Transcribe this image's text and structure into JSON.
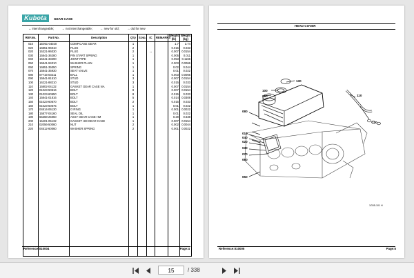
{
  "left_page": {
    "logo": "Kubota",
    "title": "GEAR CASE",
    "legend": [
      "↔ interchangeable;",
      "→ not interchangeable;",
      "← new for old;",
      "→ old for new"
    ],
    "columns": [
      "REF.No.",
      "Part No.",
      "Description",
      "Q'ty",
      "S.No.",
      "IC",
      "REMARKS",
      "Weight (lb)",
      "Weight (kg)"
    ],
    "rows": [
      [
        "010",
        "1E051-04020",
        "COMP.CASE GEAR",
        "1",
        "",
        "",
        "",
        "1.7",
        "3.74"
      ],
      [
        "020",
        "16851-96010",
        "PLUG",
        "2",
        "",
        "",
        "",
        "0.015",
        "0.033"
      ],
      [
        "020",
        "15321-96030",
        "PLUG",
        "2",
        "",
        "↔",
        "",
        "0.007",
        "0.0154"
      ],
      [
        "030",
        "15841-36280",
        "PIN START SPRING",
        "1",
        "",
        "",
        "",
        "0.005",
        "0.011"
      ],
      [
        "040",
        "15341-33290",
        "JOINT PIPE",
        "1",
        "",
        "",
        "",
        "0.053",
        "0.1166"
      ],
      [
        "050",
        "15841-94010",
        "WASHER PLAIN",
        "1",
        "",
        "",
        "",
        "0.003",
        "0.0066"
      ],
      [
        "060",
        "16851-35050",
        "SPRING",
        "1",
        "",
        "",
        "",
        "0.02",
        "0.044"
      ],
      [
        "070",
        "15841-35930",
        "SEAT VALVE",
        "1",
        "",
        "",
        "",
        "0.01",
        "0.022"
      ],
      [
        "080",
        "07715-03211",
        "BALL",
        "1",
        "",
        "",
        "",
        "0.003",
        "0.0066"
      ],
      [
        "090",
        "15841-91510",
        "STUD",
        "3",
        "",
        "",
        "",
        "0.007",
        "0.0154"
      ],
      [
        "100",
        "16221-88210",
        "STUD",
        "3",
        "",
        "",
        "",
        "0.015",
        "0.033"
      ],
      [
        "110",
        "15802-04132",
        "GASKET GEAR CASE NA",
        "1",
        "",
        "",
        "",
        "0.007",
        "0.0154"
      ],
      [
        "120",
        "01023-50616",
        "BOLT",
        "8",
        "",
        "",
        "",
        "0.007",
        "0.0154"
      ],
      [
        "130",
        "01023-60650",
        "BOLT",
        "8",
        "",
        "",
        "",
        "0.015",
        "0.033"
      ],
      [
        "140",
        "15841-01816",
        "BOLT",
        "5",
        "",
        "",
        "",
        "0.014",
        "0.0308"
      ],
      [
        "150",
        "01023-60670",
        "BOLT",
        "2",
        "",
        "",
        "",
        "0.015",
        "0.033"
      ],
      [
        "160",
        "01023-50675",
        "BOLT",
        "1",
        "",
        "",
        "",
        "0.01",
        "0.022"
      ],
      [
        "170",
        "04814-06130",
        "O RING",
        "1",
        "",
        "",
        "",
        "0.001",
        "0.0022"
      ],
      [
        "180",
        "15877-04160",
        "SEAL OIL",
        "1",
        "",
        "",
        "",
        "0.01",
        "0.022"
      ],
      [
        "190",
        "55368-25050",
        "ASSY GEAR CASE HM",
        "1",
        "",
        "",
        "",
        "0.29",
        "0.638"
      ],
      [
        "200",
        "15401-05132",
        "GASKET HM GEAR CASE",
        "1",
        "",
        "",
        "",
        "0.007",
        "0.0154"
      ],
      [
        "210",
        "02056-50060",
        "NUT",
        "2",
        "",
        "",
        "",
        "0.002",
        "0.0044"
      ],
      [
        "220",
        "04512-60060",
        "WASHER SPRING",
        "2",
        "",
        "",
        "",
        "0.001",
        "0.0022"
      ]
    ],
    "reference": "Reference:010004",
    "page": "Page:4"
  },
  "right_page": {
    "title": "HEAD COVER",
    "callouts": [
      "130",
      "100",
      "090",
      "110",
      "120",
      "080",
      "010",
      "040",
      "020",
      "030",
      "070",
      "060",
      "050"
    ],
    "figure_id": "1G05-101 H",
    "reference": "Reference:010005",
    "page": "Page:5"
  },
  "toolbar": {
    "current_page": "15",
    "total_pages": "/ 338"
  }
}
